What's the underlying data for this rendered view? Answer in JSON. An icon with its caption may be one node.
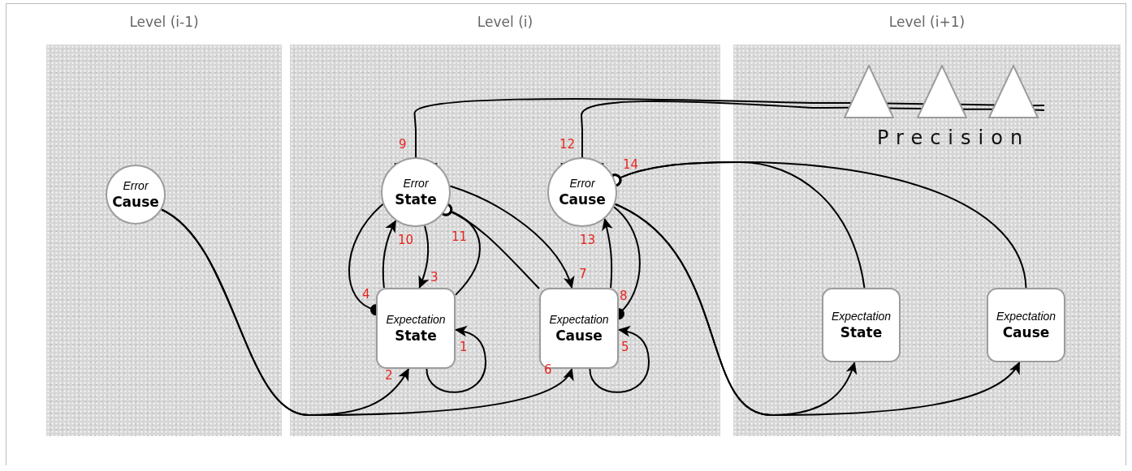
{
  "diagram": {
    "nodes": [
      {
        "text": [
          "Level (i-1)"
        ]
      },
      {
        "text": [
          "Level (i)"
        ]
      },
      {
        "text": [
          "Level (i+1)"
        ]
      },
      {
        "text": [
          "Error",
          "Cause"
        ],
        "in": 0
      },
      {
        "text": [
          "Error",
          "State"
        ],
        "in": 1
      },
      {
        "text": [
          "Error",
          "Cause"
        ],
        "in": 1
      },
      {
        "text": [
          "Expectation",
          "State"
        ],
        "in": 1
      },
      {
        "text": [
          "Expectation",
          "Cause"
        ],
        "in": 1
      },
      {
        "text": [
          "Expectation",
          "State"
        ],
        "in": 2
      },
      {
        "text": [
          "Expectation",
          "Cause"
        ],
        "in": 2
      },
      {
        "text": [],
        "shape": "triangle",
        "in": 2
      },
      {
        "text": [],
        "shape": "triangle",
        "in": 2
      },
      {
        "text": [],
        "shape": "triangle",
        "in": 2
      }
    ],
    "edges": [
      {
        "from": 3,
        "to": 6,
        "arrow": "to",
        "label": "2"
      },
      {
        "from": 3,
        "to": 7,
        "arrow": "to",
        "label": "6"
      },
      {
        "from": 6,
        "to": 6,
        "arrow": "to",
        "label": "1"
      },
      {
        "from": 4,
        "to": 6,
        "arrow": "to",
        "label": "3"
      },
      {
        "from": 6,
        "to": 4,
        "arrow": "to",
        "label": "10"
      },
      {
        "from": 4,
        "to": 6,
        "arrow": "other",
        "label": "4"
      },
      {
        "from": 6,
        "to": 4,
        "arrow": "other",
        "label": "11"
      },
      {
        "from": 7,
        "to": 4,
        "arrow": "other"
      },
      {
        "from": 4,
        "to": 7,
        "arrow": "to",
        "label": "7"
      },
      {
        "from": 7,
        "to": 7,
        "arrow": "to",
        "label": "5"
      },
      {
        "from": 7,
        "to": 5,
        "arrow": "to",
        "label": "13"
      },
      {
        "from": 5,
        "to": 7,
        "arrow": "other",
        "label": "8"
      },
      {
        "from": 8,
        "to": 5,
        "arrow": "other",
        "label": "14"
      },
      {
        "from": 9,
        "to": 5,
        "arrow": "other"
      },
      {
        "from": 5,
        "to": 8,
        "arrow": "to"
      },
      {
        "from": 5,
        "to": 9,
        "arrow": "to"
      },
      {
        "from": 10,
        "to": 4,
        "arrow": "other",
        "label": "9"
      },
      {
        "from": 10,
        "to": 5,
        "arrow": "other",
        "label": "12"
      },
      {
        "from": 11,
        "to": 10,
        "arrow": "none"
      },
      {
        "from": 11,
        "to": 10,
        "arrow": "none"
      },
      {
        "from": 12,
        "to": 11,
        "arrow": "none"
      },
      {
        "from": 12,
        "to": 11,
        "arrow": "none"
      },
      {
        "from": null,
        "to": 12,
        "arrow": "none"
      },
      {
        "from": null,
        "to": 12,
        "arrow": "none"
      }
    ],
    "labels": [
      "Precision"
    ]
  }
}
